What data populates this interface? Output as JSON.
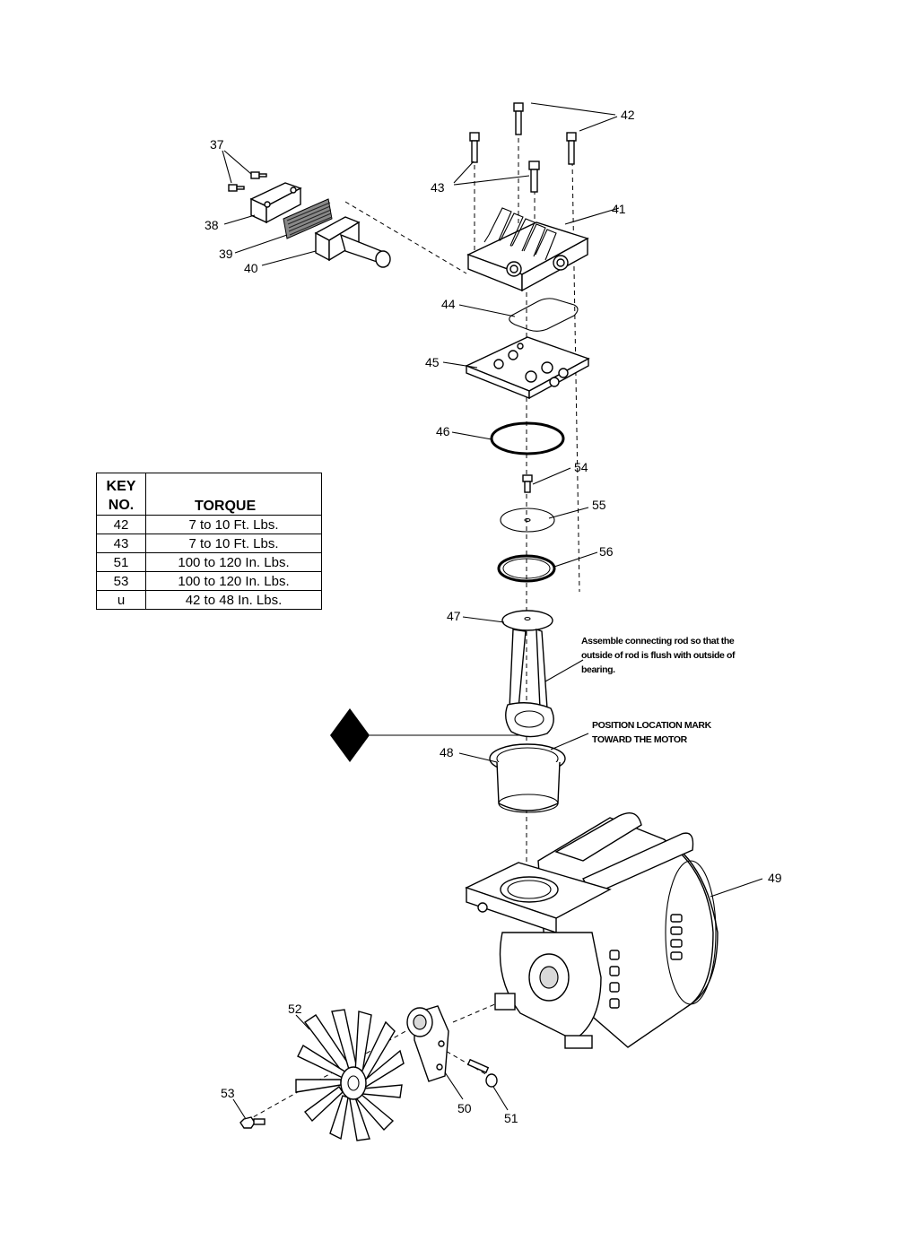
{
  "torque_table": {
    "header_key": "KEY NO.",
    "header_key_line1": "KEY",
    "header_key_line2": "NO.",
    "header_torque": "TORQUE",
    "rows": [
      {
        "key": "42",
        "torque": "7 to 10 Ft. Lbs."
      },
      {
        "key": "43",
        "torque": "7 to 10 Ft. Lbs."
      },
      {
        "key": "51",
        "torque": "100 to 120 In. Lbs."
      },
      {
        "key": "53",
        "torque": "100 to 120 In. Lbs."
      },
      {
        "key": "u",
        "torque": "42 to 48 In. Lbs."
      }
    ]
  },
  "callouts": {
    "p37": "37",
    "p38": "38",
    "p39": "39",
    "p40": "40",
    "p41": "41",
    "p42": "42",
    "p43": "43",
    "p44": "44",
    "p45": "45",
    "p46": "46",
    "p47": "47",
    "p48": "48",
    "p49": "49",
    "p50": "50",
    "p51": "51",
    "p52": "52",
    "p53": "53",
    "p54": "54",
    "p55": "55",
    "p56": "56"
  },
  "notes": {
    "connecting_rod": [
      "Assemble connecting rod so that the",
      "outside of  rod is flush with outside of",
      "bearing."
    ],
    "location_mark": [
      "POSITION LOCATION MARK",
      "TOWARD THE MOTOR"
    ]
  }
}
